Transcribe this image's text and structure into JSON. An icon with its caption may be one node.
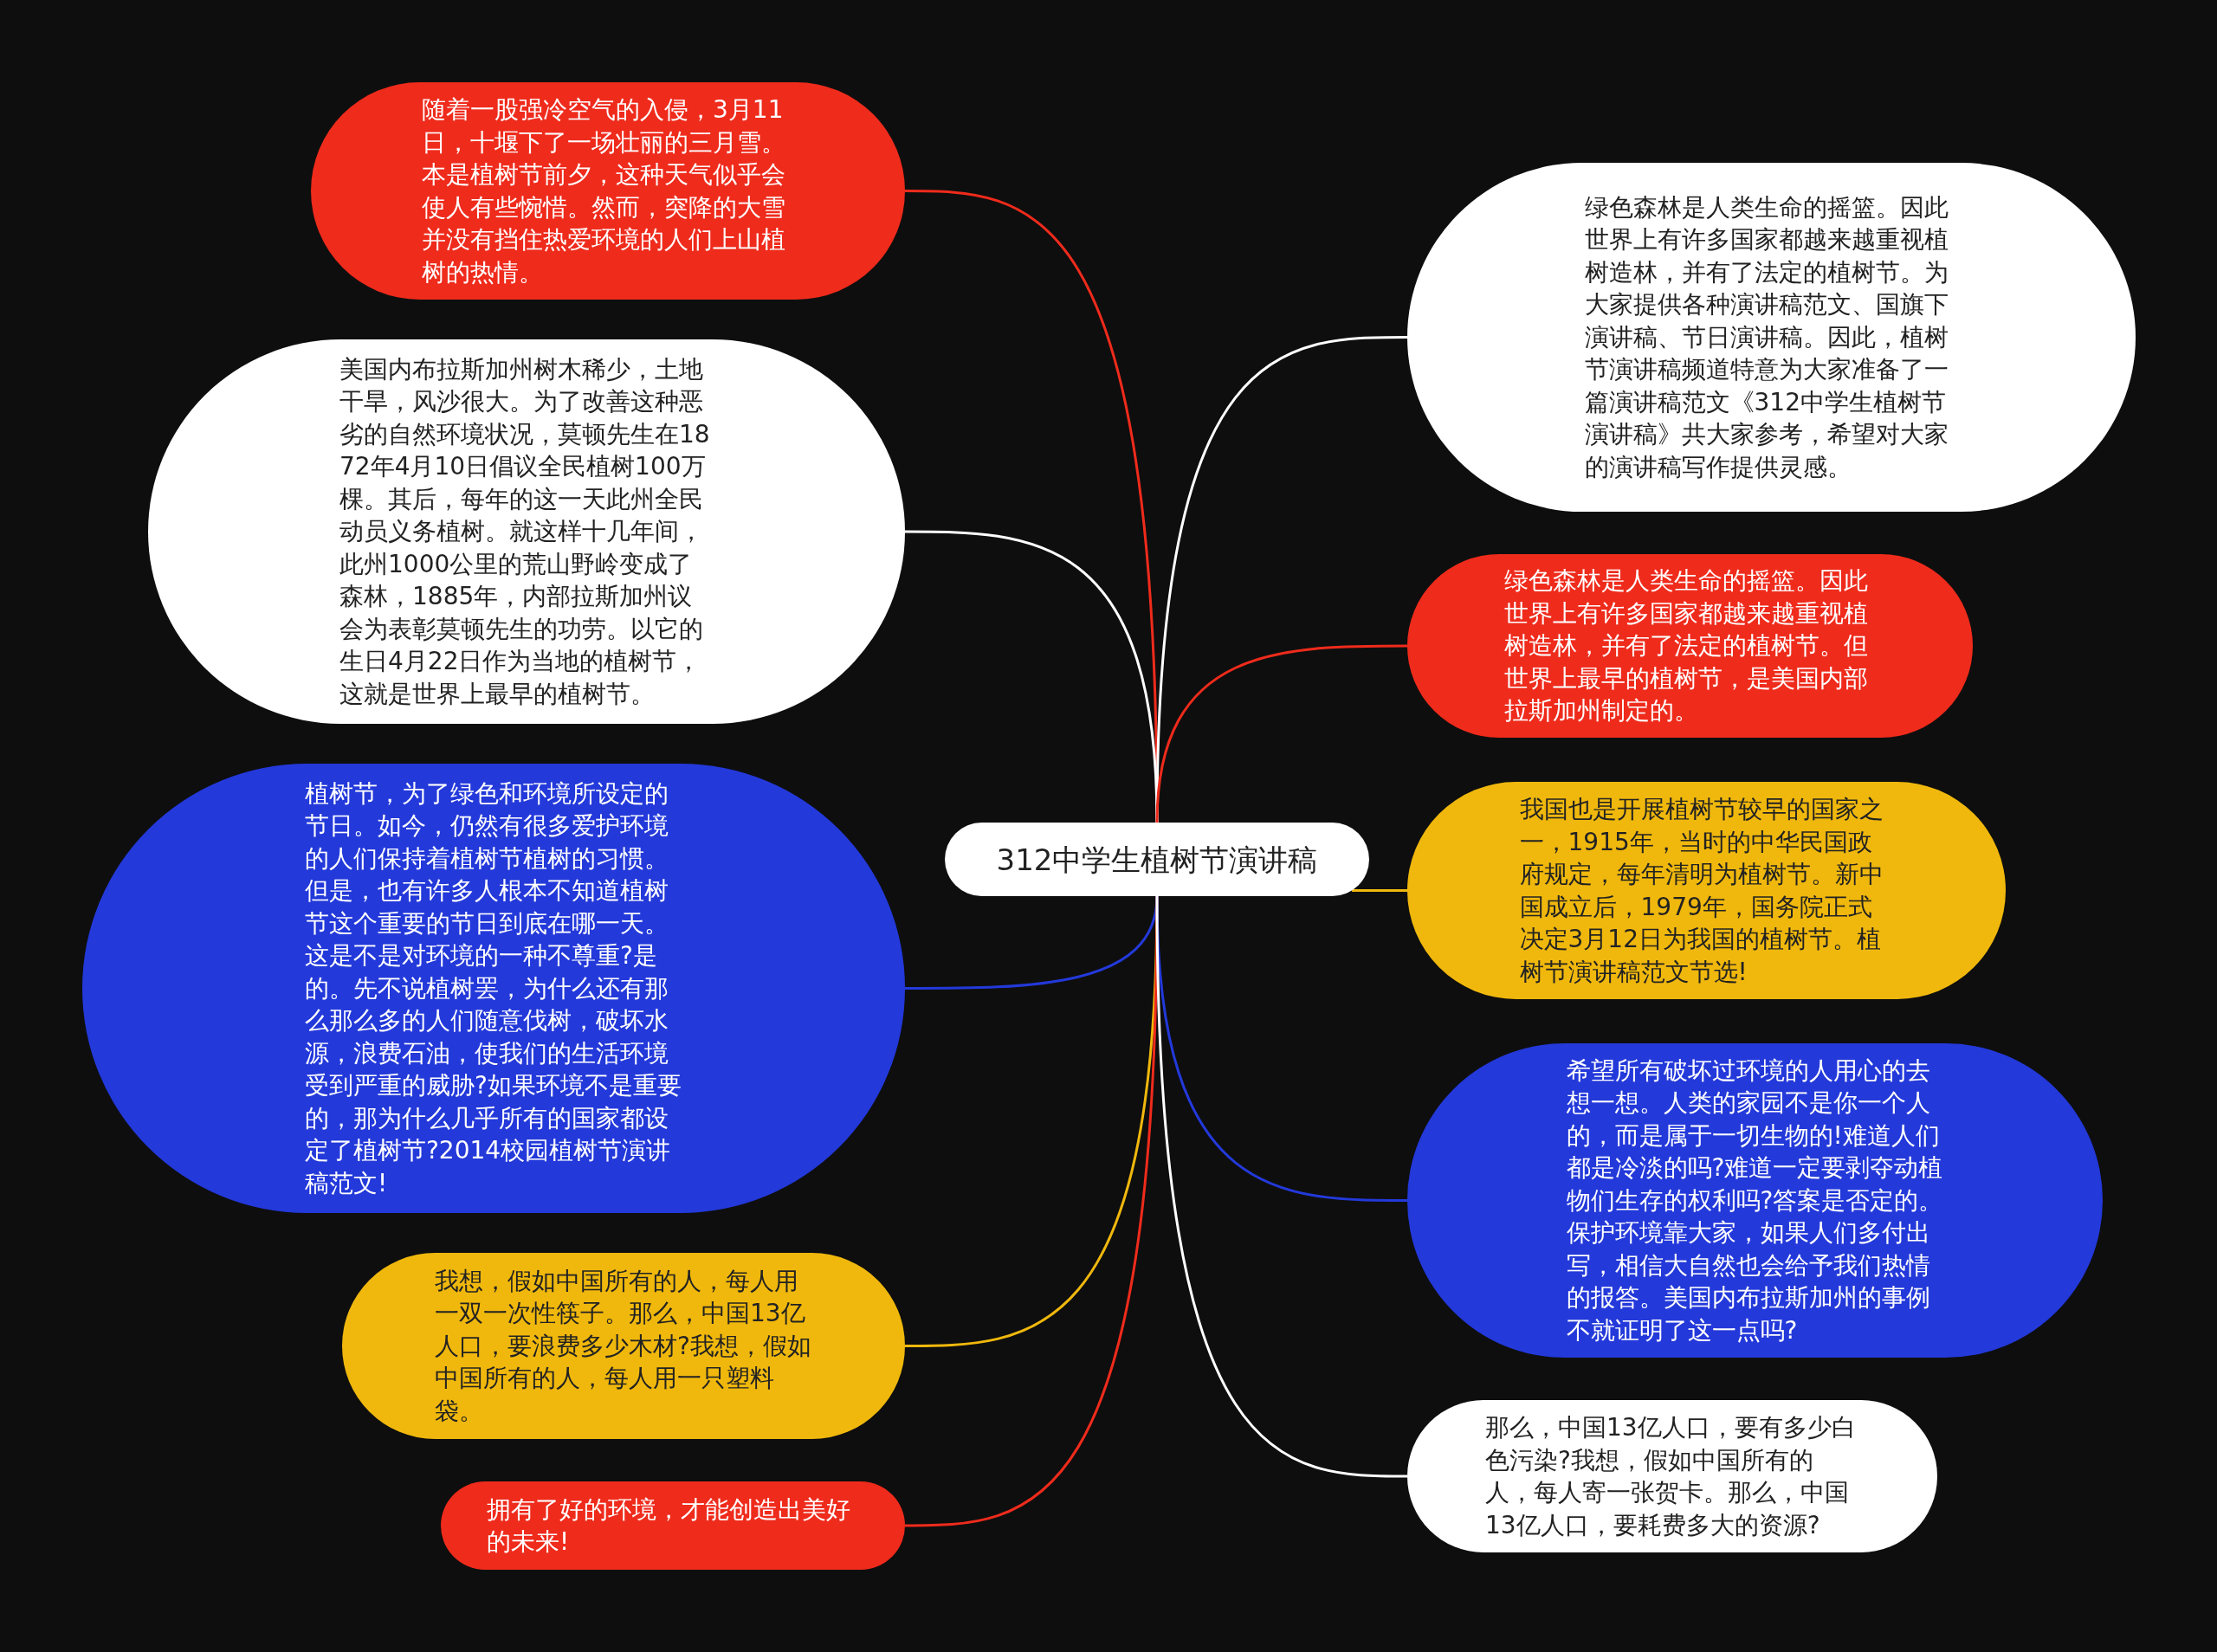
{
  "diagram": {
    "nodes": [
      {
        "text": [
          "312中学生植树节演讲稿"
        ]
      },
      {
        "text": [
          "随着一股强冷空气的入侵，3月11日，十堰下了一场壮丽的三月雪。本是植树节前夕，这种天气似乎会使人有些惋惜。然而，突降的大雪并没有挡住热爱环境的人们上山植树的热情。"
        ]
      },
      {
        "text": [
          "美国内布拉斯加州树木稀少，土地干旱，风沙很大。为了改善这种恶劣的自然环境状况，莫顿先生在1872年4月10日倡议全民植树100万棵。其后，每年的这一天此州全民动员义务植树。就这样十几年间，此州1000公里的荒山野岭变成了森林，1885年，内部拉斯加州议会为表彰莫顿先生的功劳。以它的生日4月22日作为当地的植树节，这就是世界上最早的植树节。"
        ]
      },
      {
        "text": [
          "植树节，为了绿色和环境所设定的节日。如今，仍然有很多爱护环境的人们保持着植树节植树的习惯。但是，也有许多人根本不知道植树节这个重要的节日到底在哪一天。这是不是对环境的一种不尊重?是的。先不说植树罢，为什么还有那么那么多的人们随意伐树，破坏水源，浪费石油，使我们的生活环境受到严重的威胁?如果环境不是重要的，那为什么几乎所有的国家都设定了植树节?2014校园植树节演讲稿范文!"
        ]
      },
      {
        "text": [
          "我想，假如中国所有的人，每人用一双一次性筷子。那么，中国13亿人口，要浪费多少木材?我想，假如中国所有的人，每人用一只塑料袋。"
        ]
      },
      {
        "text": [
          "拥有了好的环境，才能创造出美好的未来!"
        ]
      },
      {
        "text": [
          "绿色森林是人类生命的摇篮。因此世界上有许多国家都越来越重视植树造林，并有了法定的植树节。为大家提供各种演讲稿范文、国旗下演讲稿、节日演讲稿。因此，植树节演讲稿频道特意为大家准备了一篇演讲稿范文《312中学生植树节演讲稿》共大家参考，希望对大家的演讲稿写作提供灵感。"
        ]
      },
      {
        "text": [
          "绿色森林是人类生命的摇篮。因此世界上有许多国家都越来越重视植树造林，并有了法定的植树节。但世界上最早的植树节，是美国内部拉斯加州制定的。"
        ]
      },
      {
        "text": [
          "我国也是开展植树节较早的国家之一，1915年，当时的中华民国政府规定，每年清明为植树节。新中国成立后，1979年，国务院正式决定3月12日为我国的植树节。植树节演讲稿范文节选!"
        ]
      },
      {
        "text": [
          "希望所有破坏过环境的人用心的去想一想。人类的家园不是你一个人的，而是属于一切生物的!难道人们都是冷淡的吗?难道一定要剥夺动植物们生存的权利吗?答案是否定的。保护环境靠大家，如果人们多付出写，相信大自然也会给予我们热情的报答。美国内布拉斯加州的事例不就证明了这一点吗?"
        ]
      },
      {
        "text": [
          "那么，中国13亿人口，要有多少白色污染?我想，假如中国所有的人，每人寄一张贺卡。那么，中国13亿人口，要耗费多大的资源?"
        ]
      }
    ],
    "edges": [
      {
        "from": 0,
        "to": 1,
        "arrow": "none",
        "color": "#ef2b1c"
      },
      {
        "from": 0,
        "to": 2,
        "arrow": "none",
        "color": "#ffffff"
      },
      {
        "from": 0,
        "to": 3,
        "arrow": "none",
        "color": "#2339da"
      },
      {
        "from": 0,
        "to": 4,
        "arrow": "none",
        "color": "#f0b80d"
      },
      {
        "from": 0,
        "to": 5,
        "arrow": "none",
        "color": "#ef2b1c"
      },
      {
        "from": 0,
        "to": 6,
        "arrow": "none",
        "color": "#ffffff"
      },
      {
        "from": 0,
        "to": 7,
        "arrow": "none",
        "color": "#ef2b1c"
      },
      {
        "from": 0,
        "to": 8,
        "arrow": "none",
        "color": "#f0b80d"
      },
      {
        "from": 0,
        "to": 9,
        "arrow": "none",
        "color": "#2339da"
      },
      {
        "from": 0,
        "to": 10,
        "arrow": "none",
        "color": "#ffffff"
      }
    ]
  }
}
